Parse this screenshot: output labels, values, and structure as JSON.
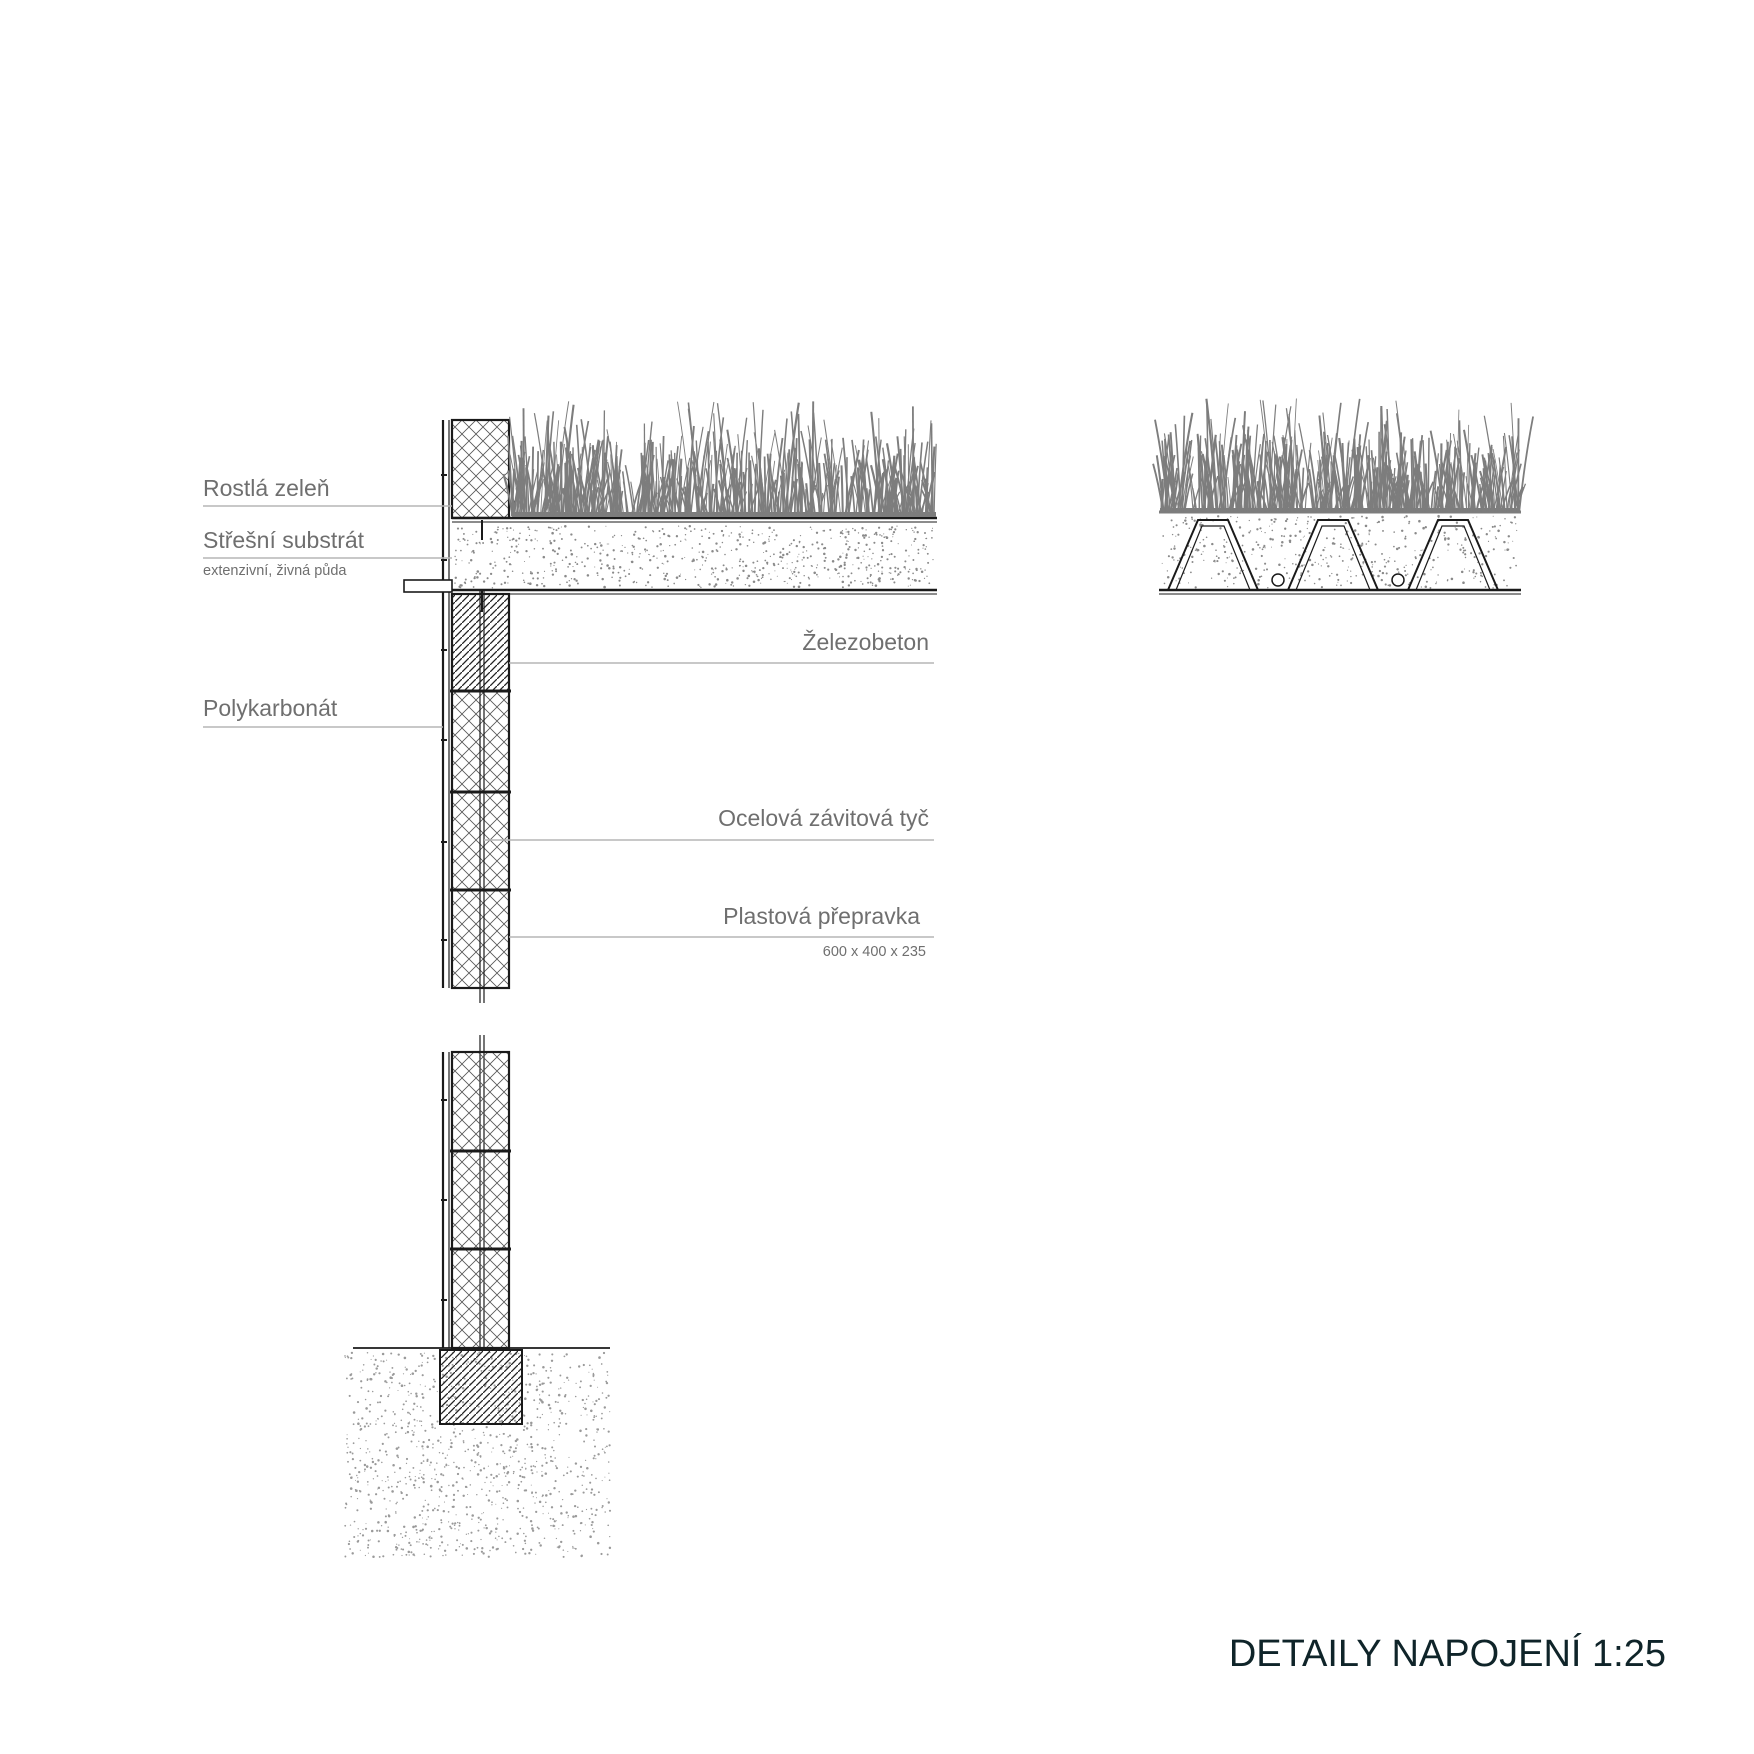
{
  "title": "DETAILY NAPOJENÍ 1:25",
  "labels": {
    "rostla_zelen": "Rostlá zeleň",
    "stresni_substrat": "Střešní substrát",
    "stresni_substrat_sub": "extenzivní, živná půda",
    "polykarbonat": "Polykarbonát",
    "zelezobeton": "Železobeton",
    "ocelova_tyc": "Ocelová závitová tyč",
    "plastova_prepravka": "Plastová přepravka",
    "plastova_prepravka_sub": "600 x 400 x 235"
  },
  "colors": {
    "line": "#1a1a1a",
    "grass": "#7d7d7d",
    "leader": "#b5b5b5",
    "label": "#6f6f6f",
    "title": "#0f2429"
  }
}
